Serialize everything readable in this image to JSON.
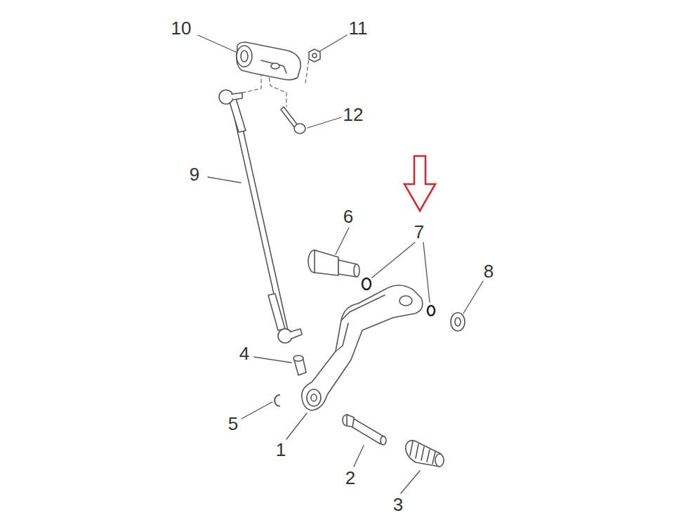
{
  "diagram": {
    "labels": [
      "10",
      "11",
      "12",
      "9",
      "6",
      "7",
      "8",
      "4",
      "5",
      "1",
      "2",
      "3"
    ]
  }
}
